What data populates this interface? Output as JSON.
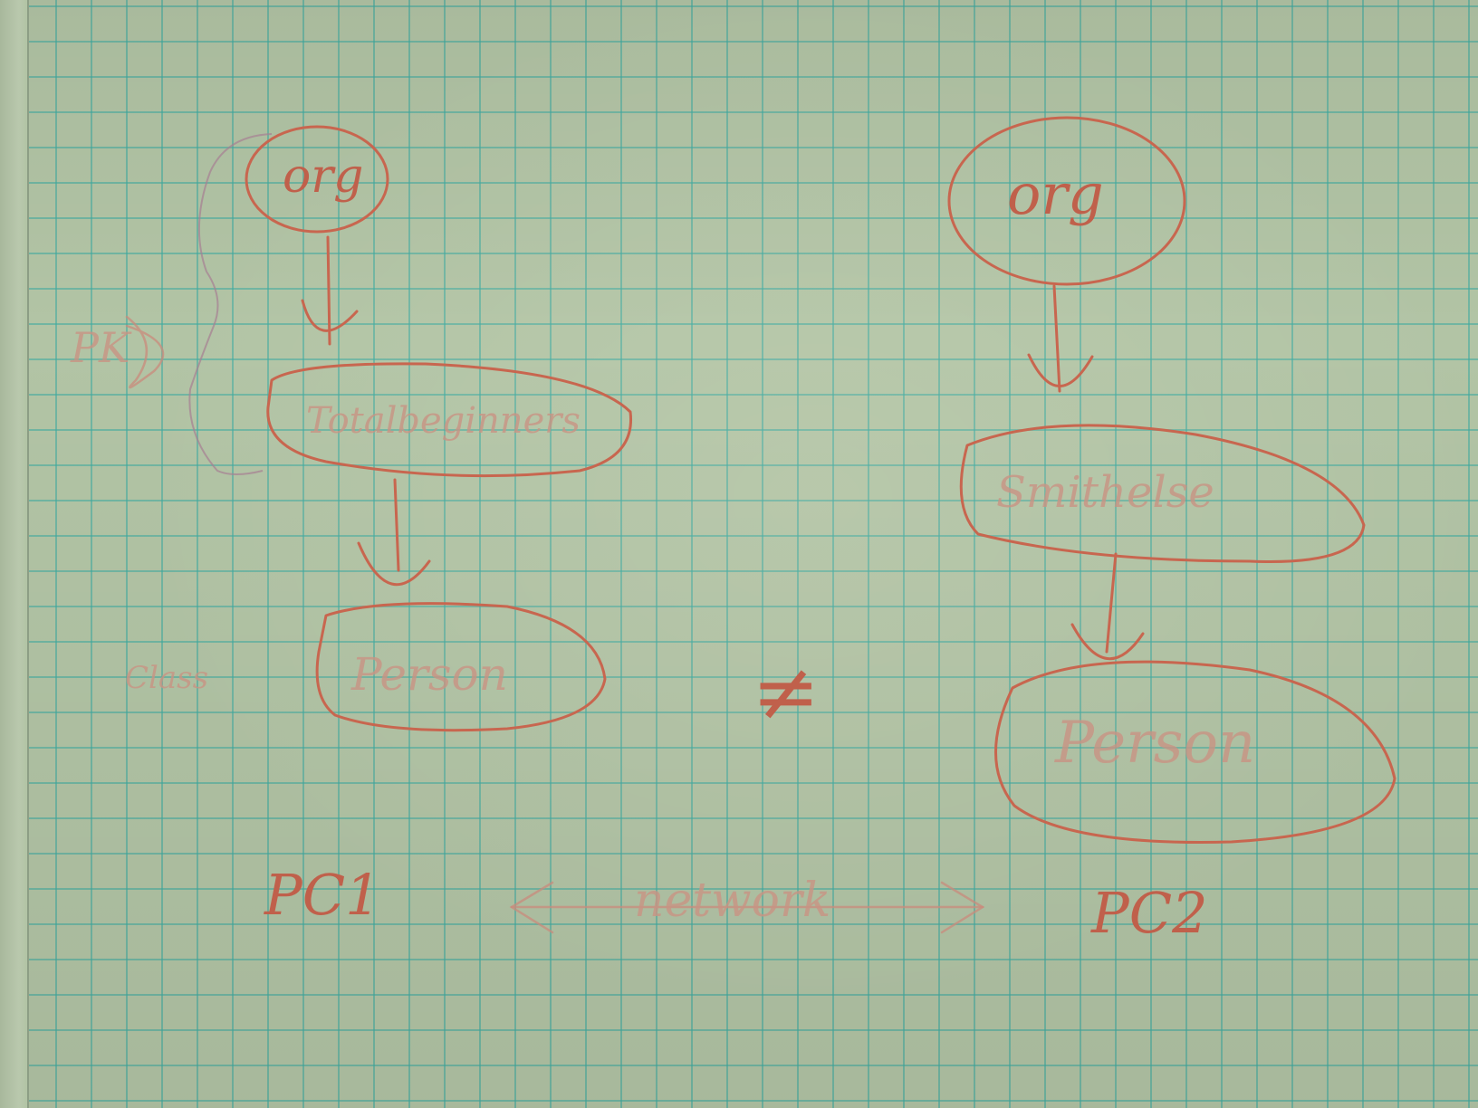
{
  "colors": {
    "paper": "#b2c4a5",
    "grid": "#3caaa0",
    "ink": "#c8664f"
  },
  "left": {
    "top_node": "org",
    "middle_node": "Totalbeginners",
    "bottom_node": "Person",
    "side_label": "PK",
    "class_label": "Class",
    "machine_label": "PC1"
  },
  "right": {
    "top_node": "org",
    "middle_node": "Smithelse",
    "bottom_node": "Person",
    "machine_label": "PC2"
  },
  "middle": {
    "not_equal": "≠",
    "network_label": "network"
  }
}
